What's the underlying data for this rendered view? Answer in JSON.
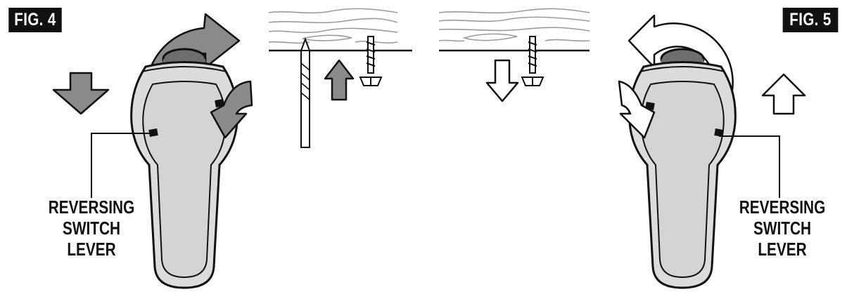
{
  "figures": [
    {
      "label": "FIG. 4",
      "callout": [
        "REVERSING",
        "SWITCH",
        "LEVER"
      ]
    },
    {
      "label": "FIG. 5",
      "callout": [
        "REVERSING",
        "SWITCH",
        "LEVER"
      ]
    }
  ],
  "colors": {
    "arrow_fill_gray": "#8a8a8a",
    "drill_body": "#dcdcdc",
    "drill_chuck": "#6e6e6e",
    "outline": "#111111",
    "wood_grain": "#9a9a9a",
    "label_bg": "#111111",
    "label_text": "#ffffff"
  }
}
